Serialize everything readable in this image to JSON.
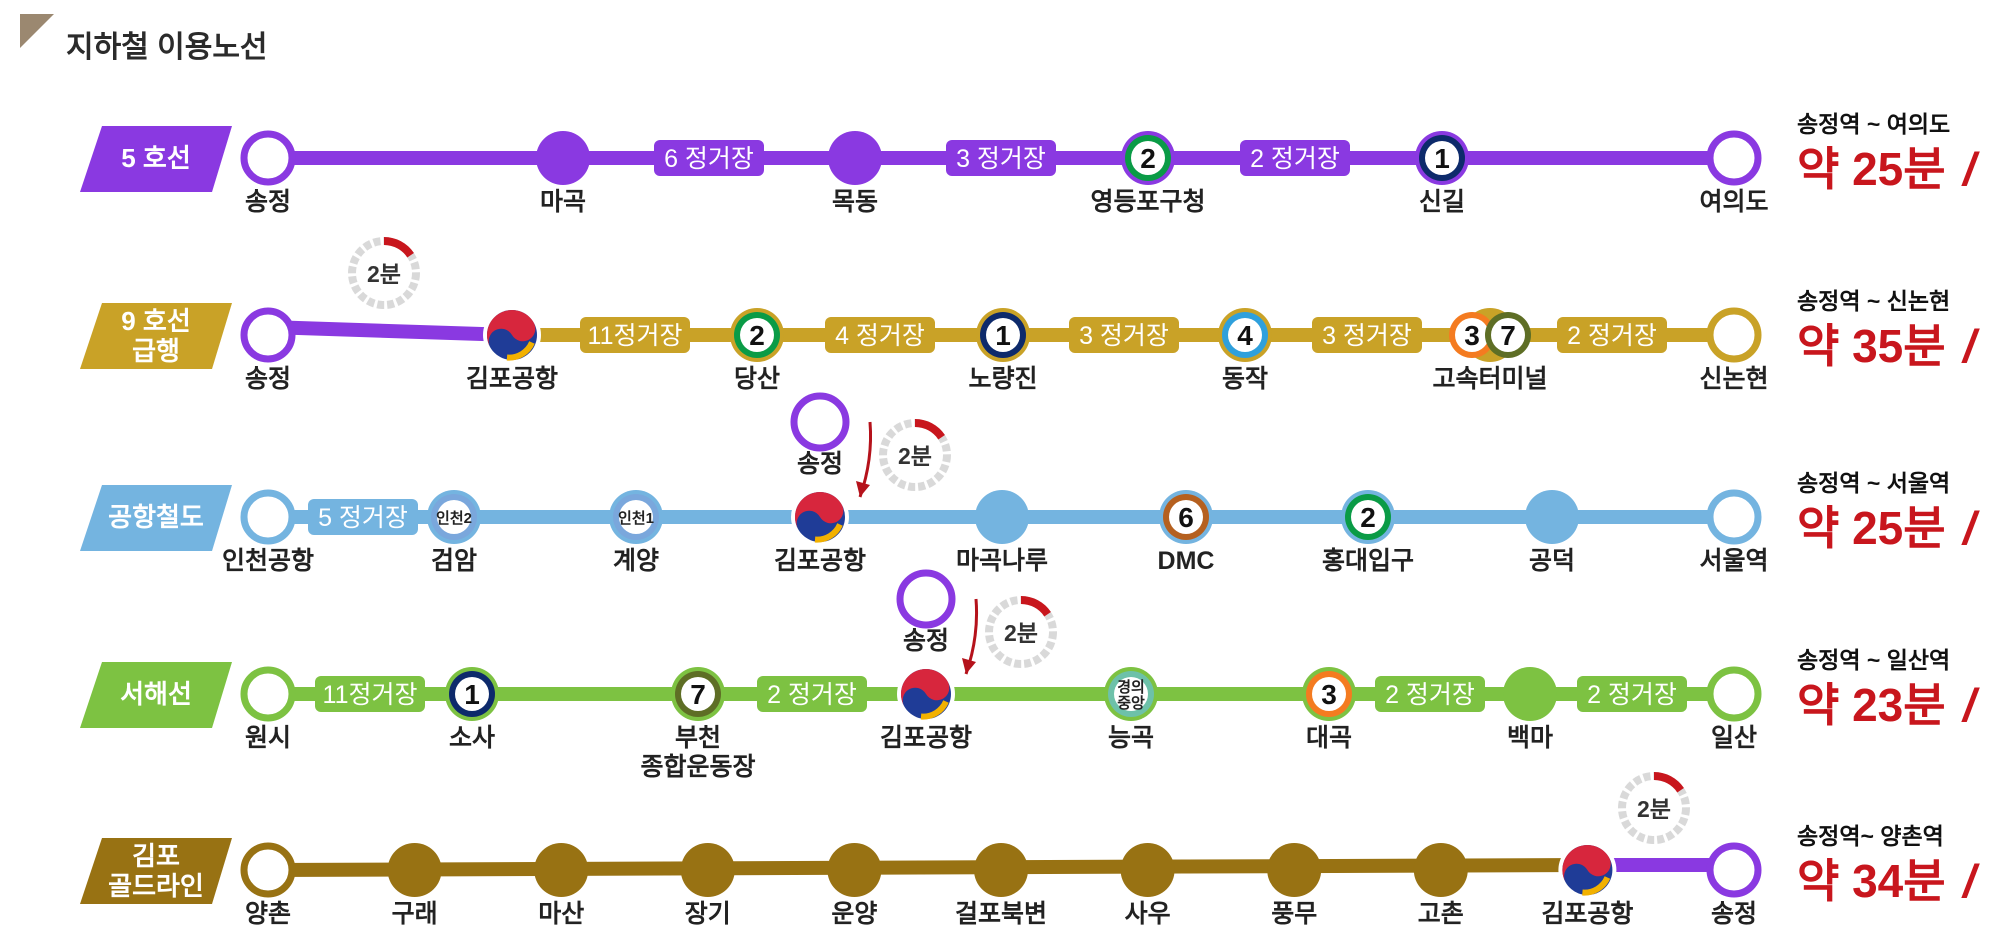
{
  "page_title": "지하철 이용노선",
  "lines": [
    {
      "name": "5 호선",
      "color": "#8a39e1",
      "route": "송정역 ~ 여의도",
      "time": "약 25분",
      "stations": [
        {
          "label": "송정",
          "type": "terminal"
        },
        {
          "label": "마곡",
          "type": "plain"
        },
        {
          "label": "목동",
          "type": "plain"
        },
        {
          "label": "영등포구청",
          "type": "transfer",
          "transfer": "2"
        },
        {
          "label": "신길",
          "type": "transfer",
          "transfer": "1"
        },
        {
          "label": "여의도",
          "type": "terminal"
        }
      ],
      "badges": [
        "6 정거장",
        "3 정거장",
        "2 정거장"
      ]
    },
    {
      "name": "9 호선",
      "name2": "급행",
      "color": "#c9a227",
      "route": "송정역 ~ 신논현",
      "time": "약 35분",
      "stations": [
        {
          "label": "송정",
          "type": "terminal",
          "color": "#8a39e1"
        },
        {
          "label": "김포공항",
          "type": "airport"
        },
        {
          "label": "당산",
          "type": "transfer",
          "transfer": "2"
        },
        {
          "label": "노량진",
          "type": "transfer",
          "transfer": "1"
        },
        {
          "label": "동작",
          "type": "transfer",
          "transfer": "4"
        },
        {
          "label": "고속터미널",
          "type": "transfer2",
          "transfer": "3",
          "transfer_b": "7"
        },
        {
          "label": "신논현",
          "type": "terminal"
        }
      ],
      "badges": [
        "11정거장",
        "4 정거장",
        "3 정거장",
        "3 정거장",
        "2 정거장"
      ],
      "walk": "2분"
    },
    {
      "name": "공항철도",
      "color": "#74b4e0",
      "route": "송정역 ~ 서울역",
      "time": "약 25분",
      "stations": [
        {
          "label": "인천공항",
          "type": "terminal"
        },
        {
          "label": "검암",
          "type": "transfer",
          "transfer": "인천2"
        },
        {
          "label": "계양",
          "type": "transfer",
          "transfer": "인천1"
        },
        {
          "label": "김포공항",
          "type": "airport"
        },
        {
          "label": "마곡나루",
          "type": "plain"
        },
        {
          "label": "DMC",
          "type": "transfer",
          "transfer": "6"
        },
        {
          "label": "홍대입구",
          "type": "transfer",
          "transfer": "2"
        },
        {
          "label": "공덕",
          "type": "plain"
        },
        {
          "label": "서울역",
          "type": "terminal"
        }
      ],
      "badges": [
        "5 정거장"
      ],
      "origin": "송정",
      "walk": "2분"
    },
    {
      "name": "서해선",
      "color": "#7dc242",
      "route": "송정역 ~ 일산역",
      "time": "약 23분",
      "stations": [
        {
          "label": "원시",
          "type": "terminal"
        },
        {
          "label": "소사",
          "type": "transfer",
          "transfer": "1"
        },
        {
          "label": "부천",
          "label2": "종합운동장",
          "type": "transfer",
          "transfer": "7"
        },
        {
          "label": "김포공항",
          "type": "airport"
        },
        {
          "label": "능곡",
          "type": "transfer",
          "transfer": "경의",
          "transfer_2": "중앙"
        },
        {
          "label": "대곡",
          "type": "transfer",
          "transfer": "3"
        },
        {
          "label": "백마",
          "type": "plain"
        },
        {
          "label": "일산",
          "type": "terminal"
        }
      ],
      "badges": [
        "11정거장",
        "2 정거장",
        "2 정거장",
        "2 정거장"
      ],
      "origin": "송정",
      "walk": "2분"
    },
    {
      "name": "김포",
      "name2": "골드라인",
      "color": "#987213",
      "route": "송정역~ 양촌역",
      "time": "약 34분",
      "stations": [
        {
          "label": "양촌",
          "type": "terminal"
        },
        {
          "label": "구래",
          "type": "plain"
        },
        {
          "label": "마산",
          "type": "plain"
        },
        {
          "label": "장기",
          "type": "plain"
        },
        {
          "label": "운양",
          "type": "plain"
        },
        {
          "label": "걸포북변",
          "type": "plain"
        },
        {
          "label": "사우",
          "type": "plain"
        },
        {
          "label": "풍무",
          "type": "plain"
        },
        {
          "label": "고촌",
          "type": "plain"
        },
        {
          "label": "김포공항",
          "type": "airport"
        },
        {
          "label": "송정",
          "type": "terminal",
          "color": "#8a39e1"
        }
      ],
      "walk": "2분"
    }
  ],
  "colors": {
    "line1": "#0d2a6b",
    "line2": "#0a9b46",
    "line3": "#f47b20",
    "line4": "#2fa0dc",
    "line6": "#b5601f",
    "line7": "#5e6e25",
    "incheon": "#7aa7dc",
    "gyeongui": "#6dc1a9",
    "time": "#c8161d",
    "timer_red": "#c8161d",
    "timer_gray": "#d9d9d9"
  },
  "icons": [
    "arrow-icon",
    "timer-icon",
    "taegeuk-icon"
  ]
}
